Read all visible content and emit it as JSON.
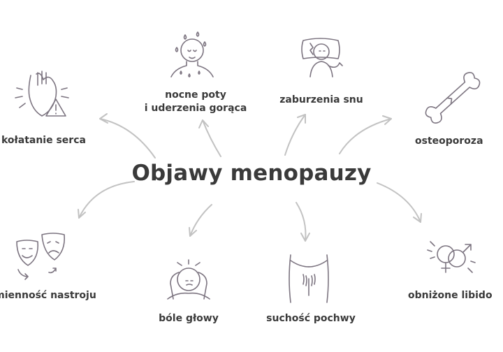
{
  "title": "Objawy menopauzy",
  "colors": {
    "title": "#3a3a3a",
    "text": "#3a3a3a",
    "icon": "#7c7480",
    "arrow": "#c2c2c2",
    "background": "#ffffff"
  },
  "symptoms": [
    {
      "label": "kołatanie serca",
      "icon": "heart-warning-icon"
    },
    {
      "label_line1": "nocne poty",
      "label_line2": "i uderzenia gorąca",
      "icon": "sweating-face-icon"
    },
    {
      "label": "zaburzenia snu",
      "icon": "sleepless-person-icon"
    },
    {
      "label": "osteoporoza",
      "icon": "bone-icon"
    },
    {
      "label": "obniżone libido",
      "icon": "gender-symbols-icon"
    },
    {
      "label": "suchość pochwy",
      "icon": "pelvis-icon"
    },
    {
      "label": "bóle głowy",
      "icon": "headache-icon"
    },
    {
      "label": "zmienność nastroju",
      "icon": "theater-masks-icon"
    }
  ]
}
